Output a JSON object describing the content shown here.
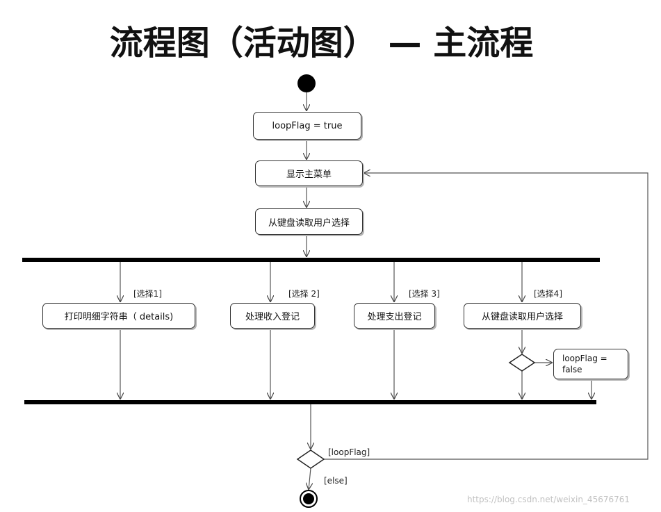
{
  "title": "流程图（活动图） — 主流程",
  "nodes": {
    "init": "loopFlag = true",
    "show_menu": "显示主菜单",
    "read_choice": "从键盘读取用户选择",
    "branches": [
      {
        "guard": "[选择1]",
        "action": "打印明细字符串（ details)"
      },
      {
        "guard": "[选择 2]",
        "action": "处理收入登记"
      },
      {
        "guard": "[选择 3]",
        "action": "处理支出登记"
      },
      {
        "guard": "[选择4]",
        "action": "从键盘读取用户选择"
      }
    ],
    "set_false": "loopFlag = false"
  },
  "guards": {
    "loop": "[loopFlag]",
    "else": "[else]"
  },
  "watermark": "https://blog.csdn.net/weixin_45676761"
}
